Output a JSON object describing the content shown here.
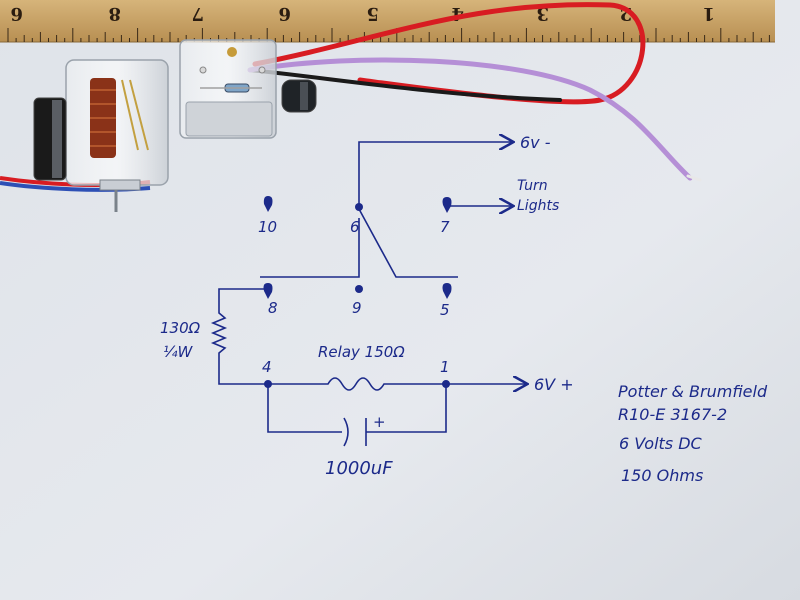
{
  "colors": {
    "paper": "#e4e7ec",
    "ink": "#1c2a8a",
    "ruler": "#c8a268",
    "wire_red": "#d81c22",
    "wire_purple": "#b58fd6",
    "wire_blue": "#2d4fb5"
  },
  "ruler": {
    "numbers": [
      "6",
      "8",
      "7",
      "6",
      "5",
      "4",
      "3",
      "2",
      "1"
    ]
  },
  "schematic": {
    "power_neg": "6v -",
    "power_pos": "6V +",
    "turn_lights": [
      "Turn",
      "Lights"
    ],
    "pins": {
      "p10": "10",
      "p6": "6",
      "p7": "7",
      "p8": "8",
      "p9": "9",
      "p5": "5",
      "p4": "4",
      "p1": "1"
    },
    "resistor_value": "130Ω",
    "resistor_power": "¼W",
    "relay_label": "Relay 150Ω",
    "capacitor_value": "1000uF",
    "cap_polarity": "+"
  },
  "notes": {
    "line1": "Potter & Brumfield",
    "line2": "R10-E 3167-2",
    "line3": "6 Volts DC",
    "line4": "150 Ohms"
  }
}
